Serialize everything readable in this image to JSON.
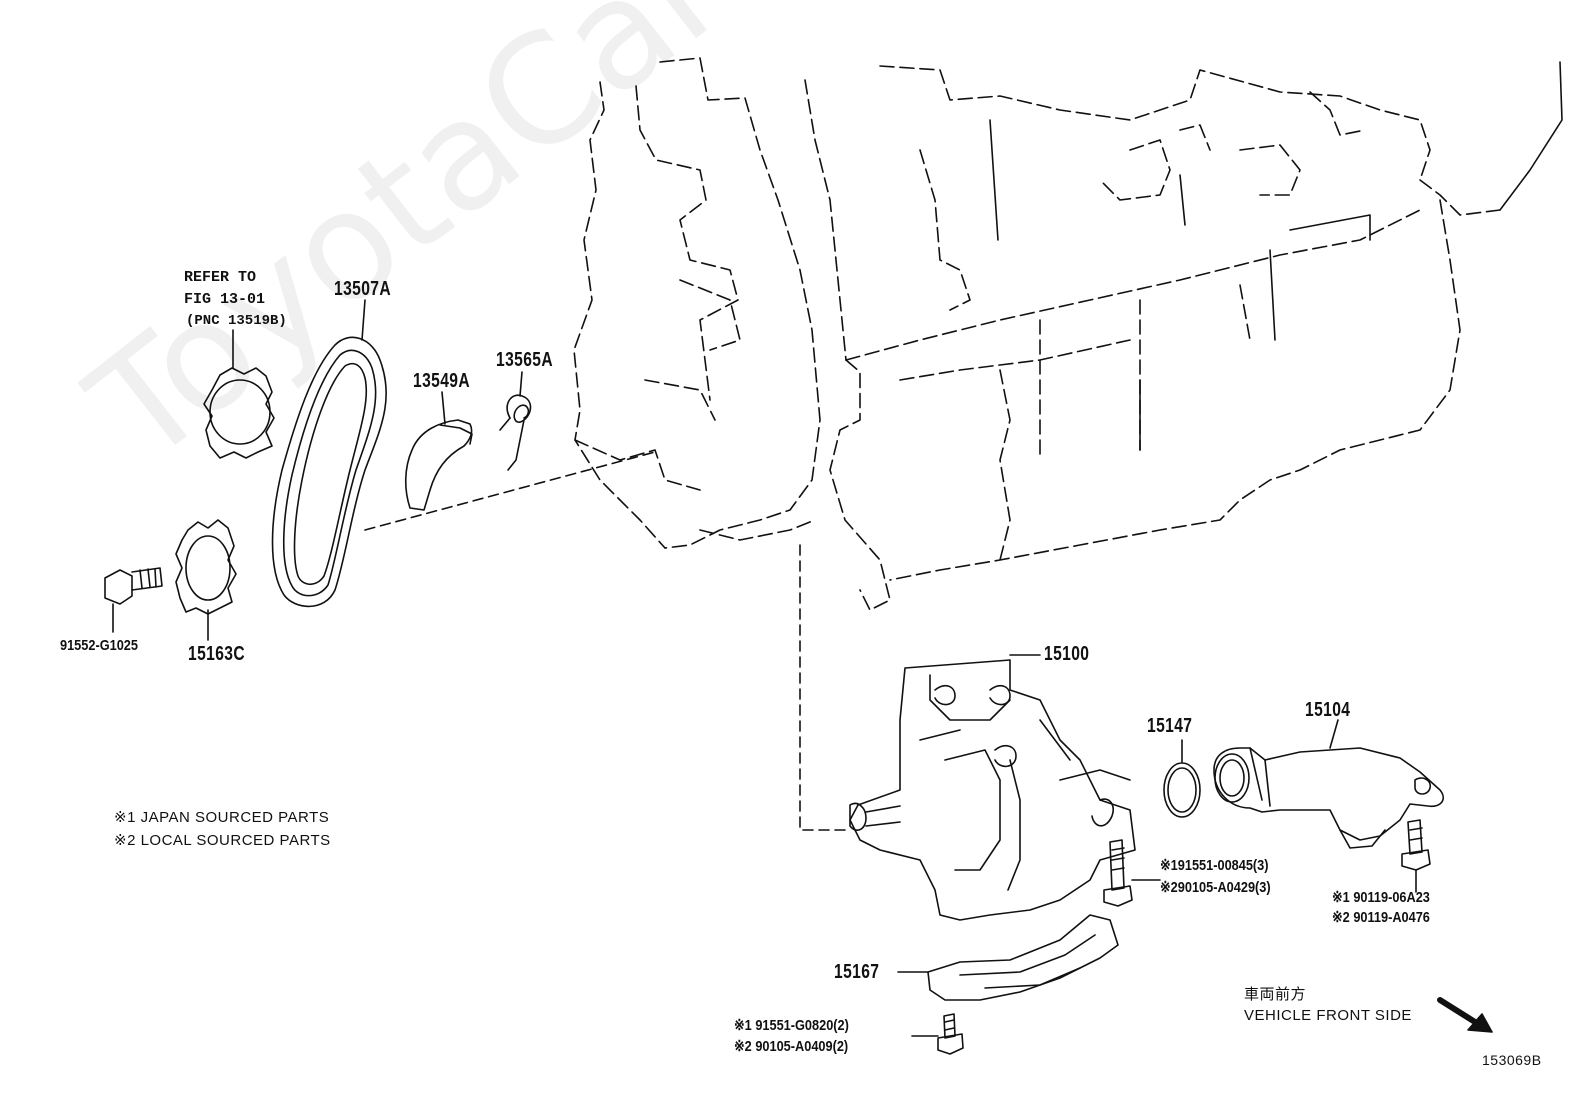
{
  "watermark": "ToyotaCarMine.ru",
  "refer": {
    "line1": "REFER TO",
    "line2": "FIG 13-01",
    "line3": "(PNC 13519B)"
  },
  "parts": {
    "p13507A": "13507A",
    "p13549A": "13549A",
    "p13565A": "13565A",
    "p91552": "91552-G1025",
    "p15163C": "15163C",
    "p15100": "15100",
    "p15147": "15147",
    "p15104": "15104",
    "p15167": "15167"
  },
  "bolts": {
    "b1_line1": "※191551-00845(3)",
    "b1_line2": "※290105-A0429(3)",
    "b2_line1": "※1 90119-06A23",
    "b2_line2": "※2 90119-A0476",
    "b3_line1": "※1 91551-G0820(2)",
    "b3_line2": "※2 90105-A0409(2)"
  },
  "legend": {
    "line1": "※1 JAPAN SOURCED PARTS",
    "line2": "※2 LOCAL SOURCED PARTS"
  },
  "front": {
    "jp": "車両前方",
    "en": "VEHICLE FRONT SIDE"
  },
  "figure_id": "153069B",
  "colors": {
    "line": "#111111",
    "dash": "#222222"
  }
}
